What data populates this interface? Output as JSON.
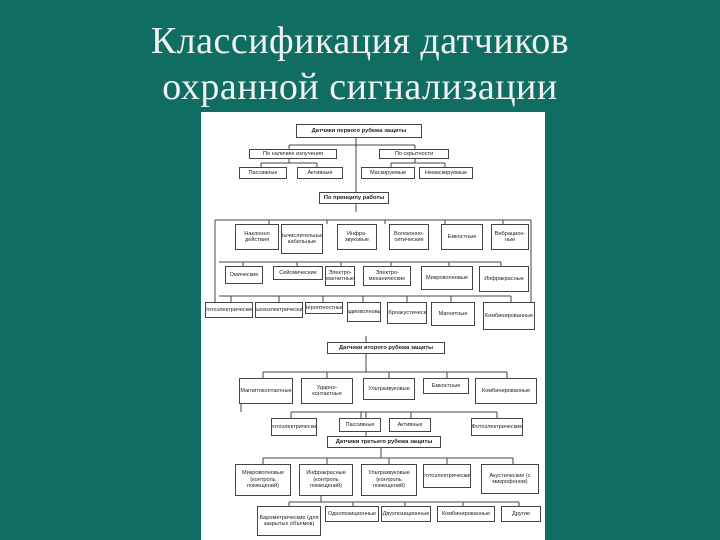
{
  "slide": {
    "title_line1": "Классификация датчиков",
    "title_line2": "охранной сигнализации"
  },
  "diagram": {
    "first": {
      "header": "Датчики первого рубежа защиты",
      "by_radiation": "По наличию излучения",
      "by_stealth": "По скрытности",
      "passive": "Пассивные",
      "active": "Активные",
      "masked": "Маскируемые",
      "unmasked": "Немаскируемые",
      "by_principle": "По принципу работы",
      "types": [
        "Наклонно действия",
        "Вычислительные кабельные",
        "Инфра-звуковые",
        "Волоконно-оптические",
        "Емкостные",
        "Вибрацион-ные"
      ],
      "sub1": [
        "Омические",
        "Сейсмические",
        "Электро-магнитные",
        "Электро-механические",
        "Микроволновые",
        "Инфракрасные"
      ],
      "sub2": [
        "Фотоэлектрические",
        "Пьезоэлектрические",
        "Вероятностные",
        "Радиоволновые",
        "Виброакустические",
        "Магнитные",
        "Комбинированные"
      ]
    },
    "second": {
      "header": "Датчики второго рубежа защиты",
      "types": [
        "Магнитоконтактные",
        "Ударно-контактные",
        "Ультразвуковые",
        "Емкостные",
        "Комбинированные"
      ],
      "sub": [
        "Фотоэлектрические",
        "Пассивные",
        "Активные",
        "Фотоэлектрические"
      ]
    },
    "third": {
      "header": "Датчики третьего рубежа защиты",
      "types": [
        "Микроволновые (контроль помещений)",
        "Инфракрасные (контроль помещений)",
        "Ультразвуковые (контроль помещений)",
        "Фотоэлектрические",
        "Акустические (с микрофоном)"
      ],
      "sub": [
        "Барометрические (для закрытых объемов)",
        "Однопозиционные",
        "Двухпозиционные",
        "Комбинированные",
        "Другие"
      ]
    }
  }
}
